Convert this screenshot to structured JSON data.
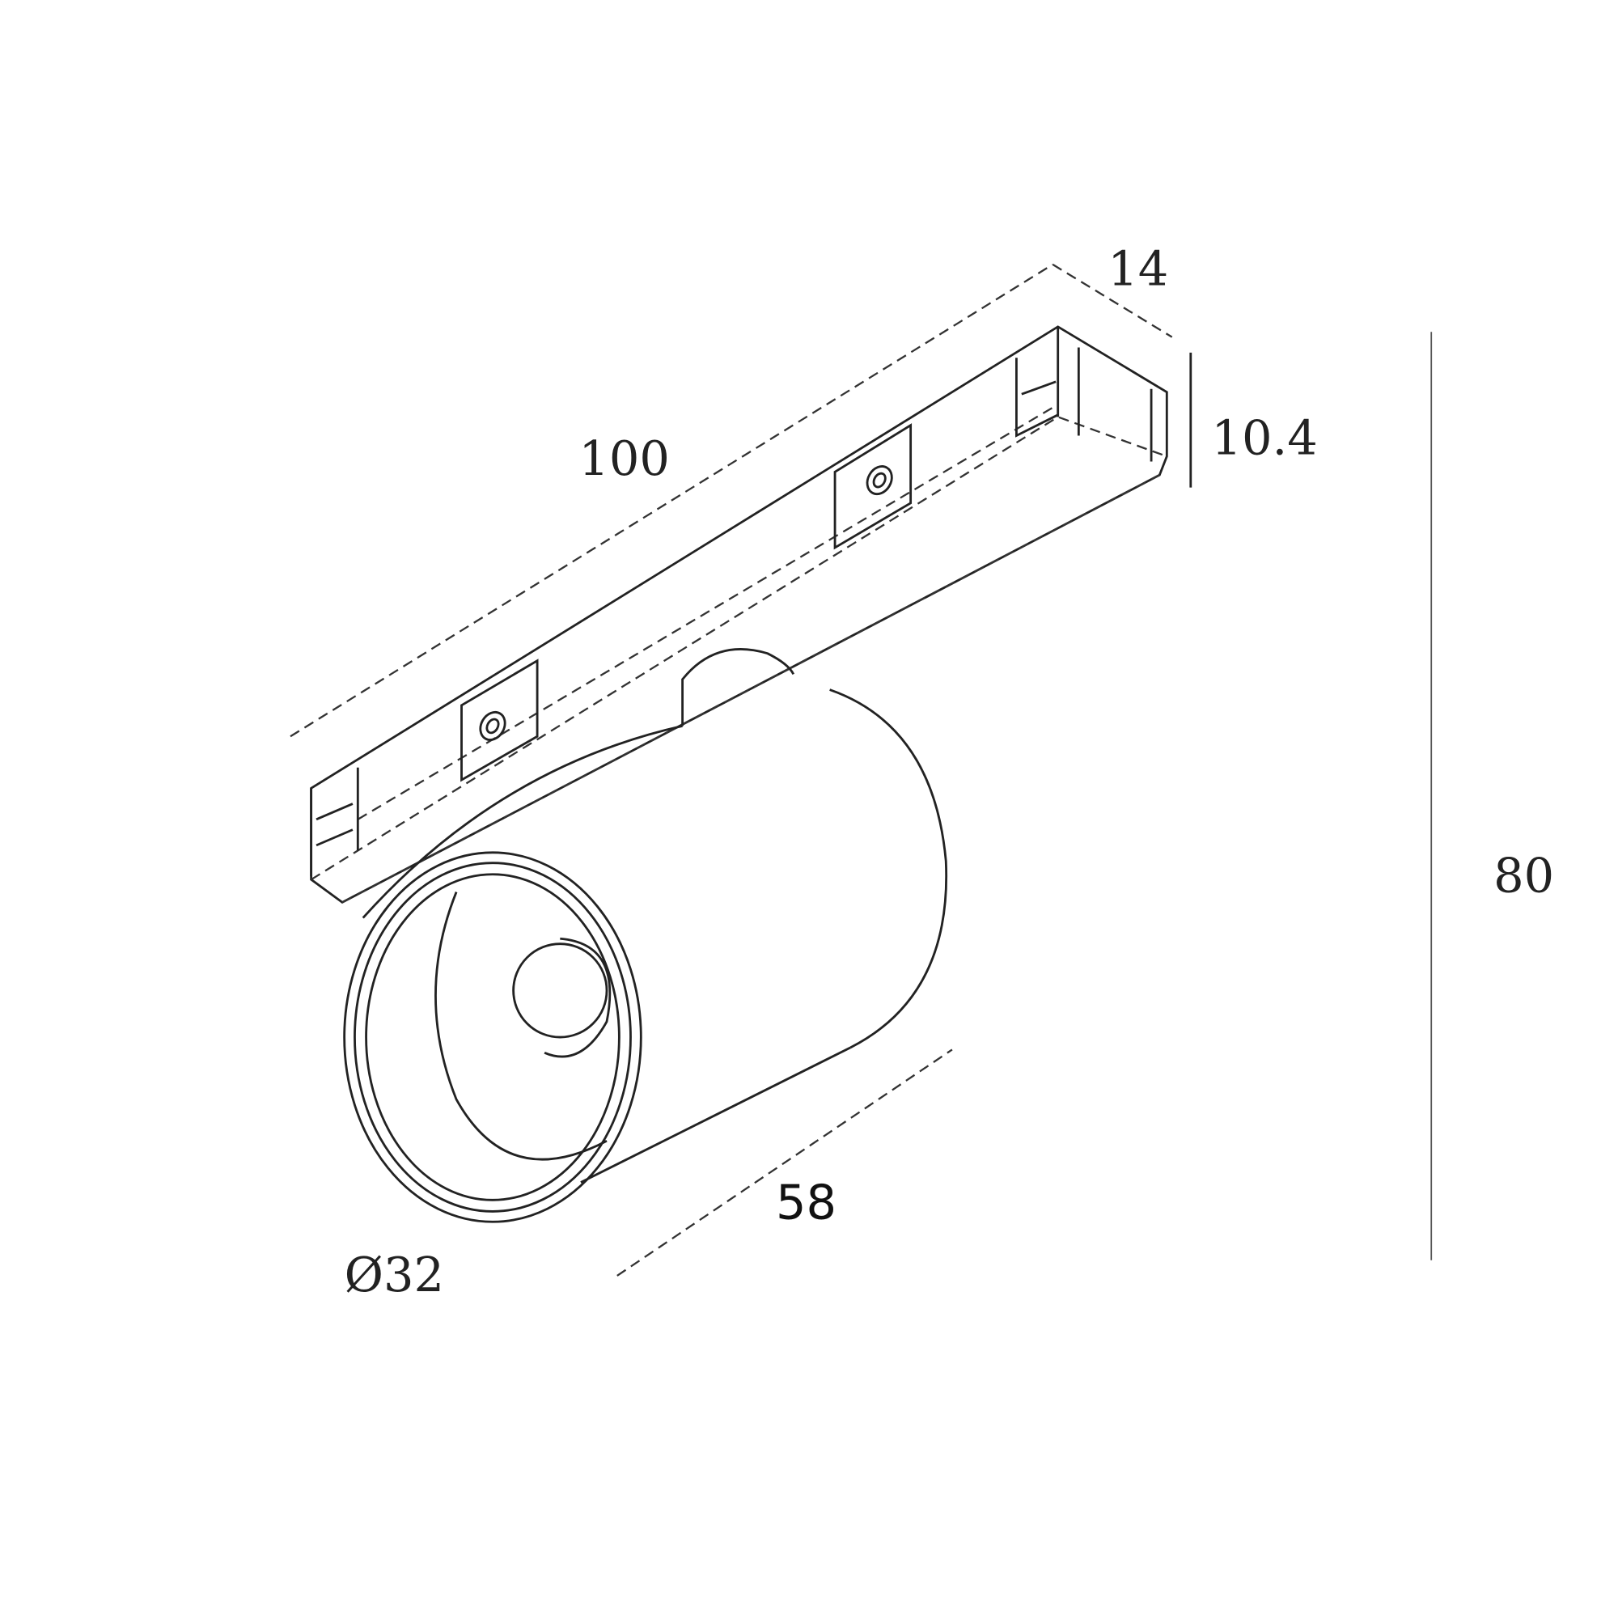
{
  "dimensions": {
    "rail_width": "14",
    "rail_length": "100",
    "rail_height": "10.4",
    "total_height": "80",
    "head_length": "58",
    "head_diameter": "Ø32"
  },
  "colors": {
    "line": "#222222",
    "background": "#ffffff"
  }
}
